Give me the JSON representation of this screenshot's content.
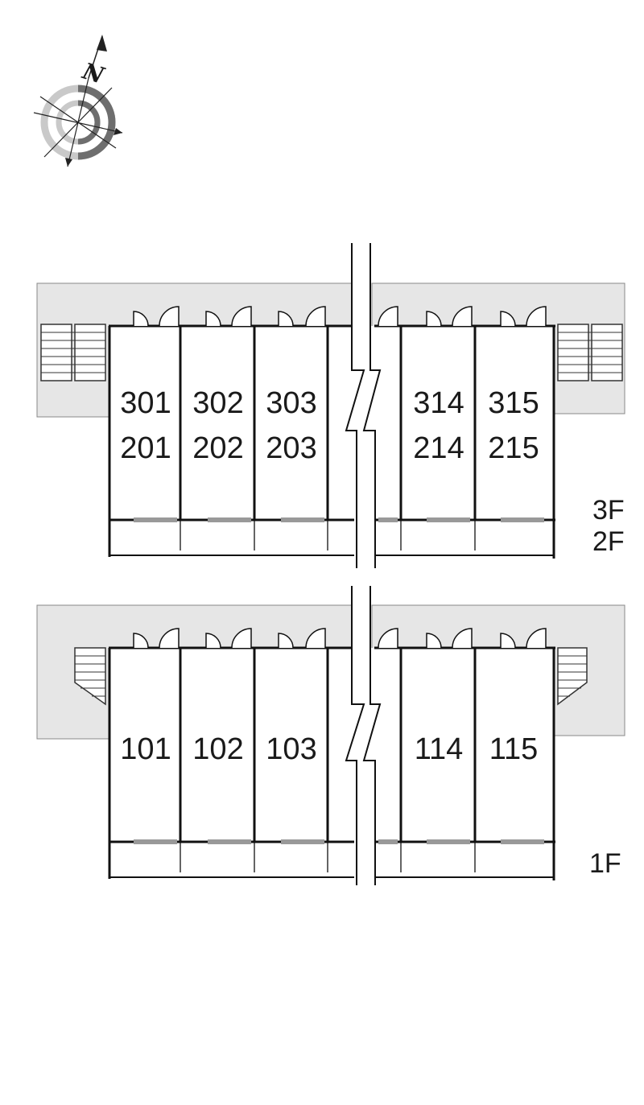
{
  "compass": {
    "north_label": "N",
    "icon": "compass-rose-icon"
  },
  "upper_floors": {
    "floor_labels": [
      "3F",
      "2F"
    ],
    "units": [
      {
        "top": "301",
        "bottom": "201"
      },
      {
        "top": "302",
        "bottom": "202"
      },
      {
        "top": "303",
        "bottom": "203"
      },
      {
        "top": "314",
        "bottom": "214"
      },
      {
        "top": "315",
        "bottom": "215"
      }
    ]
  },
  "ground_floor": {
    "floor_label": "1F",
    "units": [
      {
        "label": "101"
      },
      {
        "label": "102"
      },
      {
        "label": "103"
      },
      {
        "label": "114"
      },
      {
        "label": "115"
      }
    ]
  },
  "colors": {
    "corridor": "#e6e6e6",
    "wall": "#111111",
    "compass_light": "#c9c9c9",
    "compass_dark": "#6e6e6e"
  }
}
